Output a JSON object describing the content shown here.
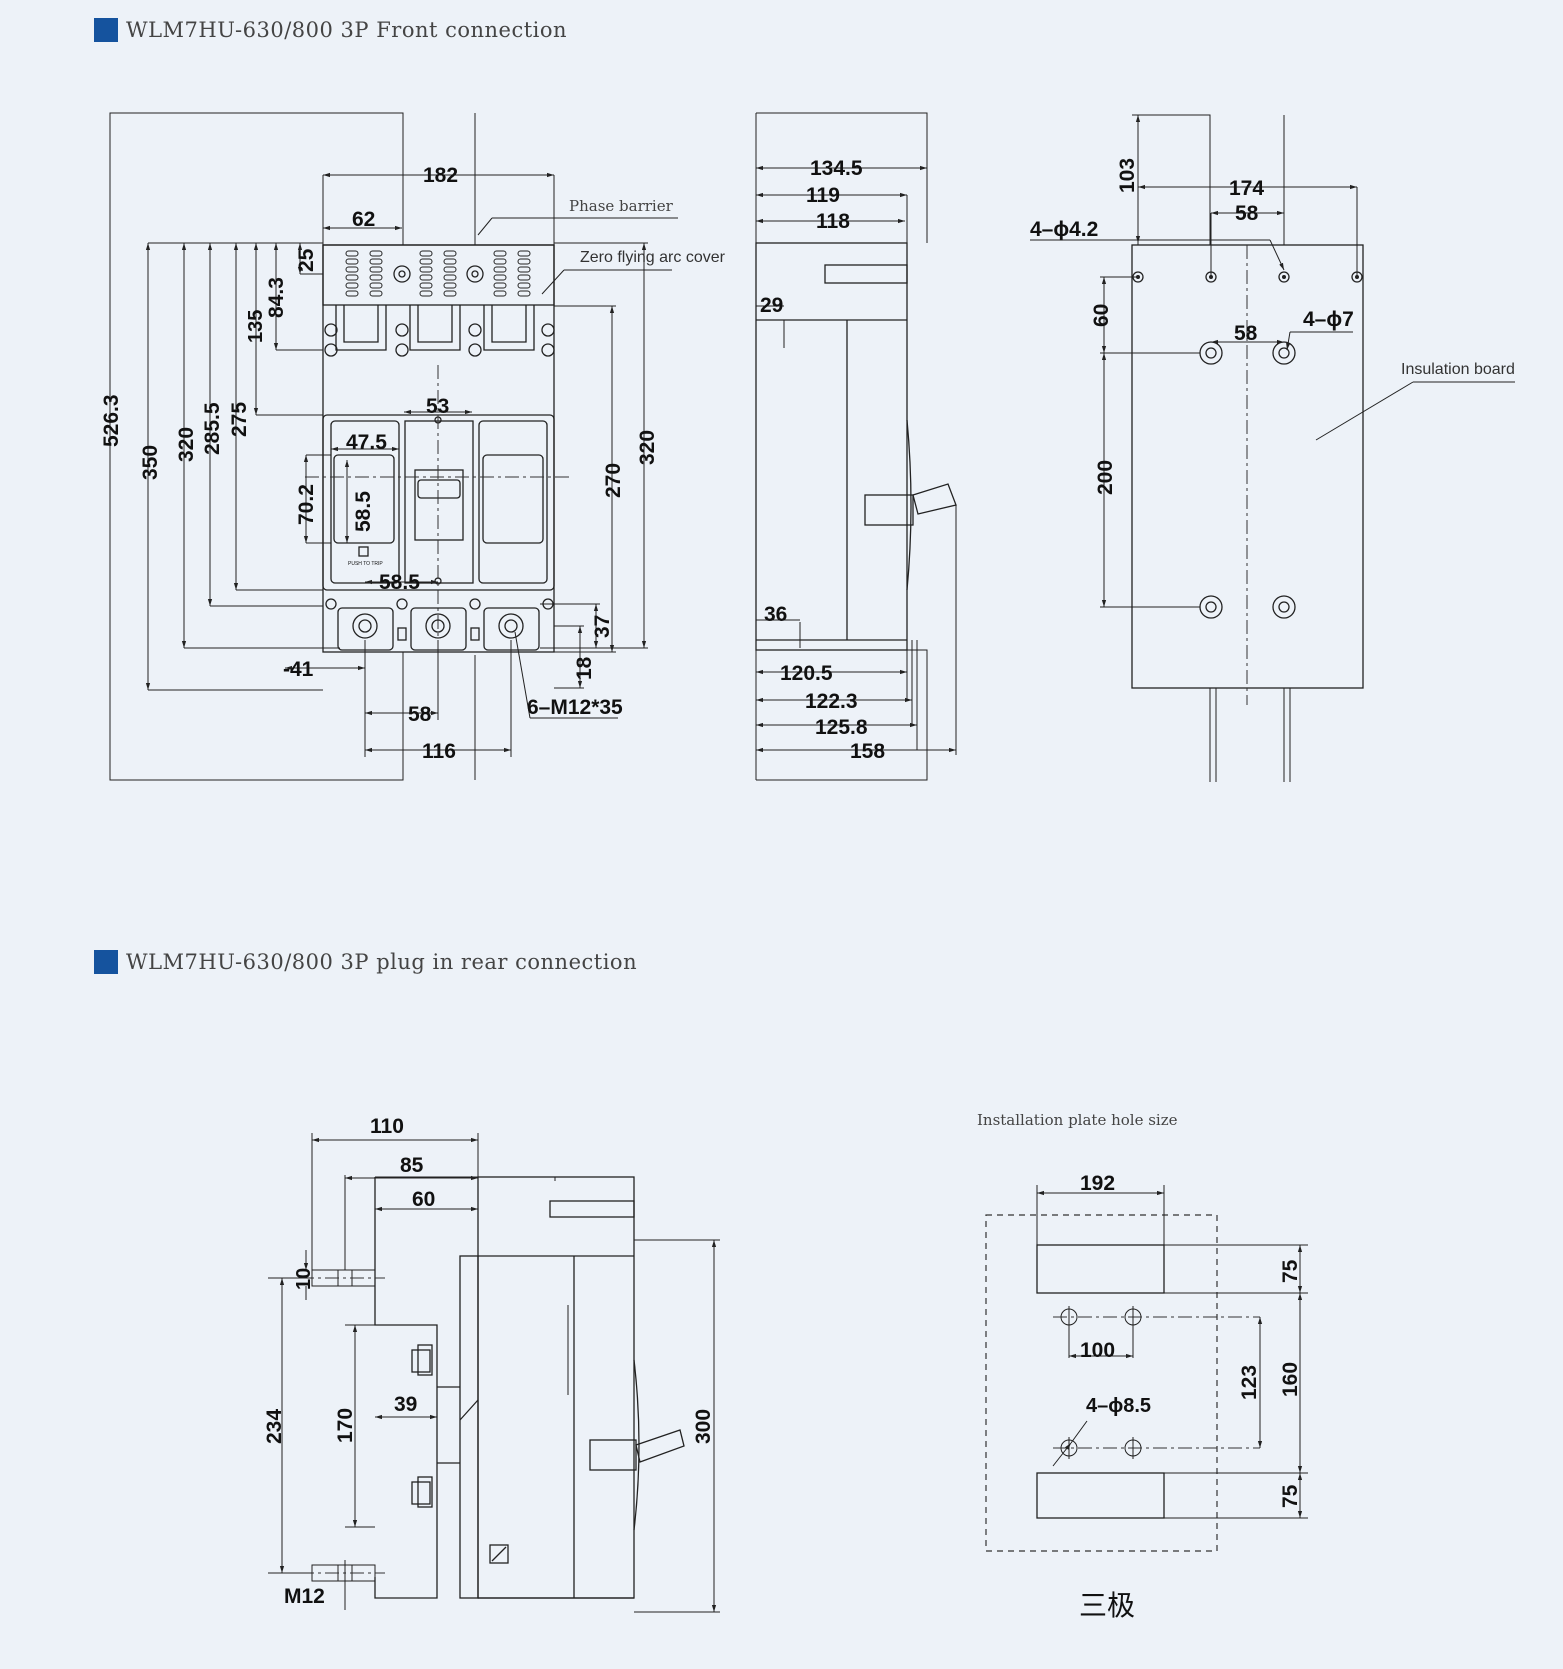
{
  "sections": {
    "front": {
      "title": "WLM7HU-630/800 3P Front connection"
    },
    "rear": {
      "title": "WLM7HU-630/800 3P plug in rear connection"
    }
  },
  "front_view": {
    "dims": {
      "d182": "182",
      "d62": "62",
      "d25": "25",
      "d84_3": "84.3",
      "d135": "135",
      "d53": "53",
      "d47_5": "47.5",
      "d70_2": "70.2",
      "d58_5a": "58.5",
      "d58_5b": "58.5",
      "d526_3": "526.3",
      "d350": "350",
      "d320a": "320",
      "d285_5": "285.5",
      "d275": "275",
      "d270": "270",
      "d320b": "320",
      "d37": "37",
      "d18": "18",
      "d41": "-41",
      "d58": "58",
      "d116": "116",
      "d6m12": "6–M12*35"
    },
    "labels": {
      "phase_barrier": "Phase barrier",
      "arc_cover": "Zero flying arc cover",
      "push_to_trip": "PUSH TO TRIP"
    }
  },
  "side_view": {
    "dims": {
      "d134_5": "134.5",
      "d119": "119",
      "d118": "118",
      "d29": "29",
      "d36": "36",
      "d120_5": "120.5",
      "d122_3": "122.3",
      "d125_8": "125.8",
      "d158": "158"
    }
  },
  "back_view": {
    "dims": {
      "d103": "103",
      "d174": "174",
      "d58a": "58",
      "d4phi4_2": "4–ϕ4.2",
      "d60": "60",
      "d58b": "58",
      "d4phi7": "4–ϕ7",
      "d200": "200"
    },
    "labels": {
      "insulation_board": "Insulation board"
    }
  },
  "rear_view": {
    "dims": {
      "d110": "110",
      "d85": "85",
      "d60": "60",
      "d10": "10",
      "d234": "234",
      "d170": "170",
      "d39": "39",
      "d300": "300",
      "m12": "M12"
    }
  },
  "plate": {
    "title": "Installation plate hole size",
    "dims": {
      "d192": "192",
      "d75a": "75",
      "d100": "100",
      "d123": "123",
      "d160": "160",
      "d4phi8_5": "4–ϕ8.5",
      "d75b": "75"
    },
    "caption": "三极"
  }
}
